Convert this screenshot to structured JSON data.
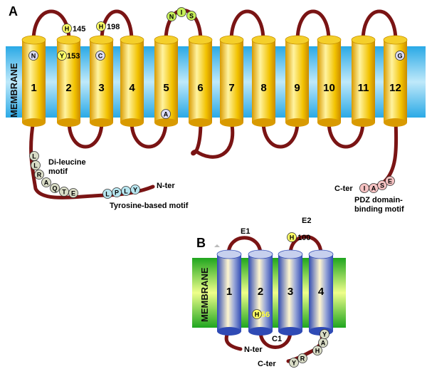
{
  "panel_a": {
    "label": "A",
    "membrane_label": "MEMBRANE",
    "helices": [
      "1",
      "2",
      "3",
      "4",
      "5",
      "6",
      "7",
      "8",
      "9",
      "10",
      "11",
      "12"
    ],
    "residues": {
      "h145_letter": "H",
      "h145_num": "145",
      "h198_letter": "H",
      "h198_num": "198",
      "y153_letter": "Y",
      "y153_num": "153",
      "n_top": "N",
      "c_top": "C",
      "g_top": "G",
      "a_bottom": "A",
      "nis": [
        "N",
        "I",
        "S"
      ]
    },
    "dileucine_residues": [
      "L",
      "L",
      "R",
      "A",
      "Q",
      "T",
      "E"
    ],
    "dileucine_label_1": "Di-leucine",
    "dileucine_label_2": "motif",
    "tyrosine_residues": [
      "L",
      "P",
      "L",
      "Y"
    ],
    "tyrosine_label": "Tyrosine-based motif",
    "n_ter": "N-ter",
    "c_ter": "C-ter",
    "pdz_residues": [
      "I",
      "A",
      "S",
      "E"
    ],
    "pdz_label_1": "PDZ domain-",
    "pdz_label_2": "binding motif"
  },
  "panel_b": {
    "label": "B",
    "membrane_label": "MEMBRANE",
    "helices": [
      "1",
      "2",
      "3",
      "4"
    ],
    "e1": "E1",
    "e2": "E2",
    "c1": "C1",
    "h100_letter": "H",
    "h100_num": "100",
    "h56_letter": "H",
    "h56_num": "56",
    "n_ter": "N-ter",
    "c_ter": "C-ter",
    "cter_residues": [
      "Y",
      "R",
      "H",
      "A",
      "Y"
    ]
  },
  "colors": {
    "loop": "#7a1414",
    "membrane_a": "#6ecbf0",
    "membrane_b": "#5fcf3a",
    "helix_a": "#f2c200",
    "helix_b": "#3b57c4"
  }
}
